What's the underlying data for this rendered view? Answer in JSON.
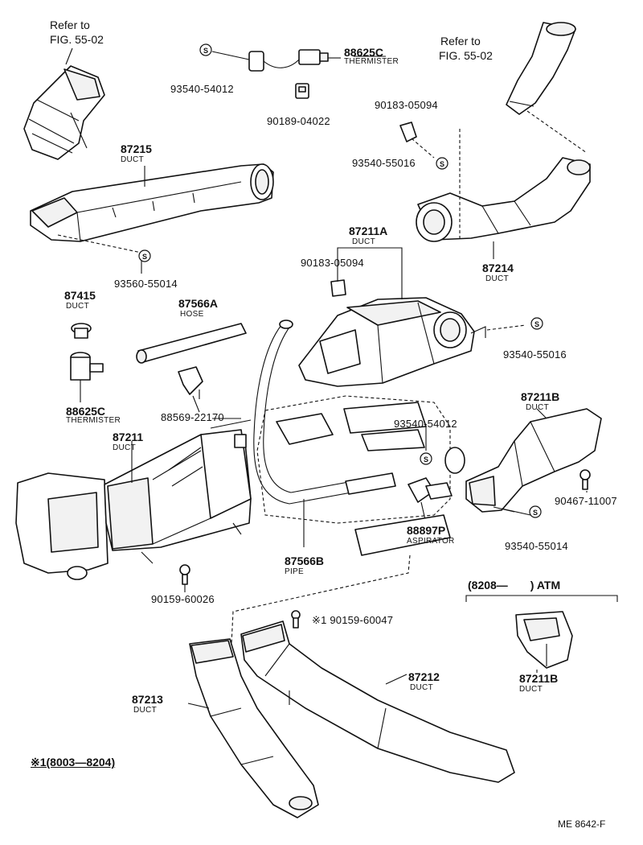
{
  "labels": {
    "refer_left_1": "Refer to",
    "refer_left_2": "FIG. 55-02",
    "refer_right_1": "Refer to",
    "refer_right_2": "FIG. 55-02",
    "p93540_54012_top": "93540-54012",
    "p88625C_top": "88625C",
    "thermister_top": "THERMISTER",
    "p90189_04022": "90189-04022",
    "p90183_05094_top": "90183-05094",
    "p93540_55016_top": "93540-55016",
    "p87215": "87215",
    "duct_87215": "DUCT",
    "p93560_55014": "93560-55014",
    "p87214": "87214",
    "duct_87214": "DUCT",
    "p87211A": "87211A",
    "duct_87211A": "DUCT",
    "p90183_05094_mid": "90183-05094",
    "p87415": "87415",
    "duct_87415": "DUCT",
    "p87566A": "87566A",
    "hose_87566A": "HOSE",
    "p93540_55016_mid": "93540-55016",
    "p88625C_mid": "88625C",
    "thermister_mid": "THERMISTER",
    "p88569_22170": "88569-22170",
    "p87211B_top": "87211B",
    "duct_87211B_top": "DUCT",
    "p93540_54012_mid": "93540-54012",
    "p87211": "87211",
    "duct_87211": "DUCT",
    "p90467_11007": "90467-11007",
    "p88897P": "88897P",
    "aspirator": "ASPIRATOR",
    "p93540_55014": "93540-55014",
    "p87566B": "87566B",
    "pipe_87566B": "PIPE",
    "p90159_60026": "90159-60026",
    "atm_range": "(8208—　　) ATM",
    "p90159_60047": "※1 90159-60047",
    "p87212": "87212",
    "duct_87212": "DUCT",
    "p87213": "87213",
    "duct_87213": "DUCT",
    "p87211B_bottom": "87211B",
    "duct_87211B_bottom": "DUCT",
    "note_range": "※1(8003—8204)",
    "page_code": "ME  8642-F"
  },
  "symbols": {
    "washer_symbol": "S"
  }
}
